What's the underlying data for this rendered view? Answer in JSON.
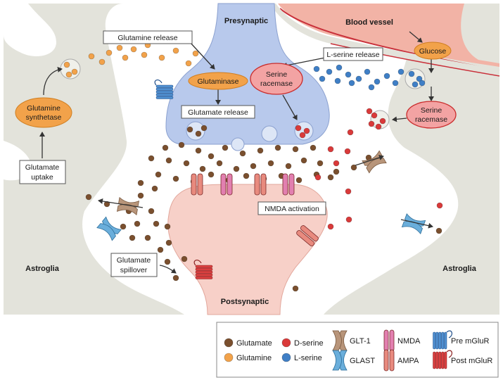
{
  "regions": {
    "presynaptic": "Presynaptic",
    "postsynaptic": "Postsynaptic",
    "blood_vessel": "Blood vessel",
    "astroglia_left": "Astroglia",
    "astroglia_right": "Astroglia"
  },
  "callouts": {
    "glutamine_release": "Glutamine release",
    "glutamate_release": "Glutamate release",
    "l_serine_release": "L-serine release",
    "nmda_activation": "NMDA activation",
    "glutamate_uptake": [
      "Glutamate",
      "uptake"
    ],
    "glutamate_spillover": [
      "Glutamate",
      "spillover"
    ]
  },
  "enzymes": {
    "glutaminase": "Glutaminase",
    "serine_racemase_pre": [
      "Serine",
      "racemase"
    ],
    "serine_racemase_astro": [
      "Serine",
      "racemase"
    ],
    "glucose": "Glucose",
    "glutamine_synthetase": [
      "Glutamine",
      "synthetase"
    ]
  },
  "legend": {
    "glutamate": "Glutamate",
    "glutamine": "Glutamine",
    "d_serine": "D-serine",
    "l_serine": "L-serine",
    "glt1": "GLT-1",
    "glast": "GLAST",
    "nmda": "NMDA",
    "ampa": "AMPA",
    "pre_mglur": "Pre mGluR",
    "post_mglur": "Post mGluR"
  },
  "colors": {
    "glutamate": "#7a4f2e",
    "glutamine": "#f2a24a",
    "d_serine": "#d93a3a",
    "l_serine": "#3f7fc6",
    "glt1": "#b8957a",
    "glast": "#6aaedb",
    "nmda": "#e27fb0",
    "ampa": "#e88a7e",
    "pre_mglur": "#4f8fd0",
    "post_mglur": "#d94040",
    "presynaptic": "#b8c9ec",
    "postsynaptic": "#f7d0c8",
    "astroglia": "#e3e3db",
    "blood_vessel": "#f2b3a6"
  }
}
